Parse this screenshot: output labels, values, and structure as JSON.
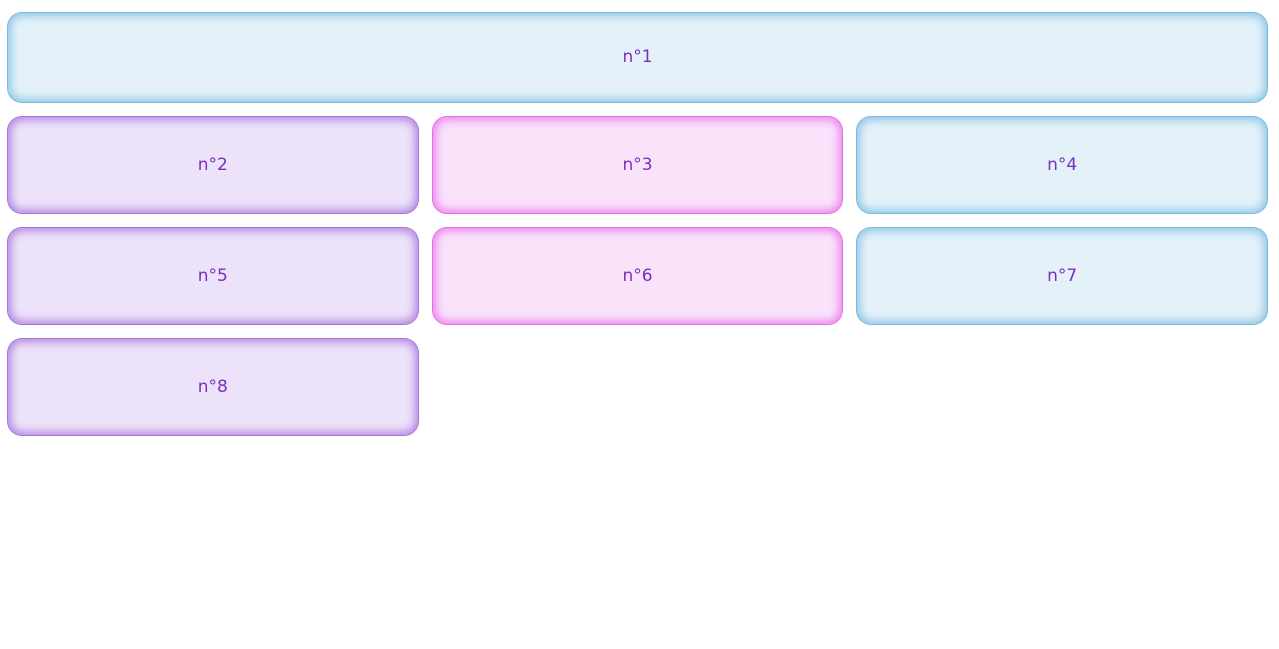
{
  "boxes": [
    {
      "label": "n°1",
      "color_theme": "blue",
      "width": "full"
    },
    {
      "label": "n°2",
      "color_theme": "purple",
      "width": "third"
    },
    {
      "label": "n°3",
      "color_theme": "pink",
      "width": "third"
    },
    {
      "label": "n°4",
      "color_theme": "blue",
      "width": "third"
    },
    {
      "label": "n°5",
      "color_theme": "purple",
      "width": "third"
    },
    {
      "label": "n°6",
      "color_theme": "pink",
      "width": "third"
    },
    {
      "label": "n°7",
      "color_theme": "blue",
      "width": "third"
    },
    {
      "label": "n°8",
      "color_theme": "purple",
      "width": "third"
    }
  ],
  "colors": {
    "page_background": "#ffffff",
    "text": "#7b2fbe",
    "blue_fill": "#e4f1f9",
    "blue_border": "#7db9da",
    "blue_glow": "#8cc6e6",
    "purple_fill": "#ece2f9",
    "purple_border": "#a674d6",
    "purple_glow": "#b286e2",
    "pink_fill": "#f8e3fb",
    "pink_border": "#e26fe2",
    "pink_glow": "#ee82ee"
  }
}
